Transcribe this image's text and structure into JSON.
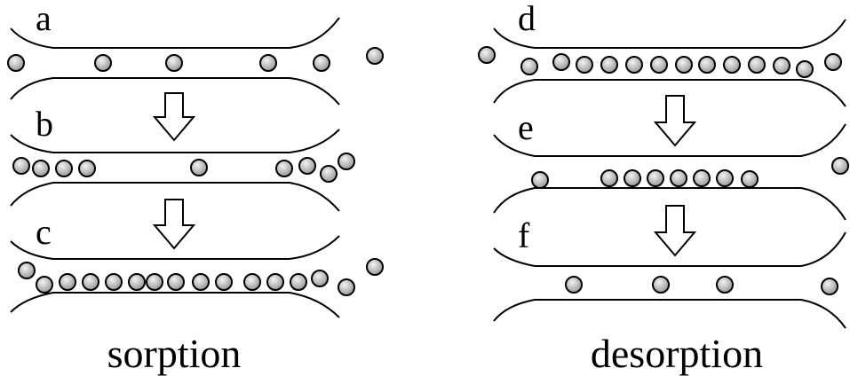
{
  "colors": {
    "particle_fill": "#9a9a9a",
    "particle_highlight": "#f2f2f2",
    "wall_stroke": "#000000",
    "arrow_fill": "#ffffff"
  },
  "sorption": {
    "caption": "sorption",
    "panels": [
      {
        "label": "a"
      },
      {
        "label": "b"
      },
      {
        "label": "c"
      }
    ]
  },
  "desorption": {
    "caption": "desorption",
    "panels": [
      {
        "label": "d"
      },
      {
        "label": "e"
      },
      {
        "label": "f"
      }
    ]
  }
}
